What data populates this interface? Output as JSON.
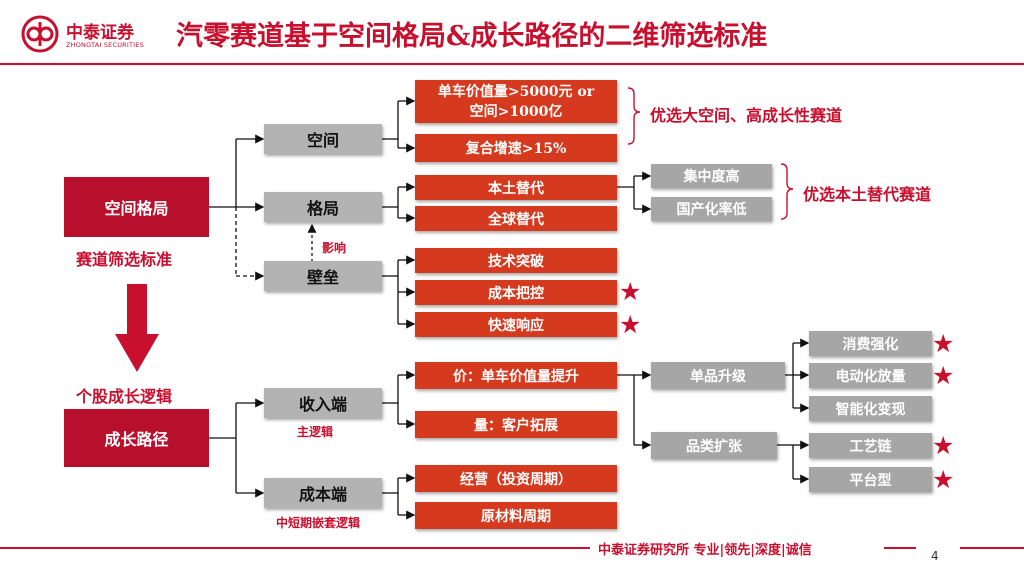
{
  "header": {
    "logo_cn": "中泰证券",
    "logo_en": "ZHONGTAI SECURITIES",
    "title": "汽零赛道基于空间格局&成长路径的二维筛选标准"
  },
  "left": {
    "space_pattern": "空间格局",
    "criteria_label": "赛道筛选标准",
    "logic_label": "个股成长逻辑",
    "growth_path": "成长路径"
  },
  "level1": {
    "space": "空间",
    "pattern": "格局",
    "barrier": "壁垒",
    "influence": "影响",
    "revenue": "收入端",
    "main_logic": "主逻辑",
    "cost": "成本端",
    "nested_logic": "中短期嵌套逻辑"
  },
  "level2": {
    "value_line1": "单车价值量>5000元 or",
    "value_line2": "空间>1000亿",
    "cagr": "复合增速>15%",
    "domestic": "本土替代",
    "global": "全球替代",
    "tech": "技术突破",
    "cost_control": "成本把控",
    "response": "快速响应",
    "price": "价：单车价值量提升",
    "volume": "量：客户拓展",
    "operation": "经营（投资周期）",
    "material": "原材料周期"
  },
  "level3": {
    "concentration": "集中度高",
    "localization": "国产化率低",
    "product_upgrade": "单品升级",
    "category_expand": "品类扩张"
  },
  "level4": {
    "consumer": "消费强化",
    "electric": "电动化放量",
    "smart": "智能化变现",
    "process": "工艺链",
    "platform": "平台型"
  },
  "annotations": {
    "space_track": "优选大空间、高成长性赛道",
    "domestic_track": "优选本土替代赛道"
  },
  "footer": {
    "text": "中泰证券研究所 专业|领先|深度|诚信",
    "page": "4"
  },
  "colors": {
    "brand_red": "#c8102e",
    "box_red": "#d53a1f",
    "box_gray": "#b3b3b3"
  }
}
